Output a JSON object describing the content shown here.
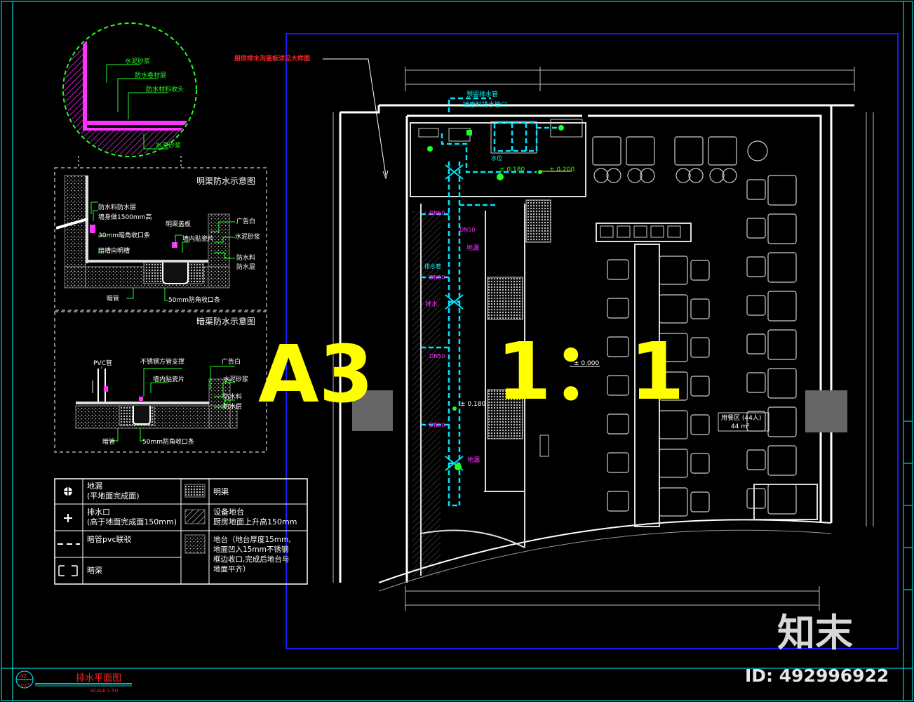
{
  "big_labels": {
    "paper_size": "A3",
    "scale": "1：1"
  },
  "detail_circle": {
    "labels": [
      "水泥砂浆",
      "防水卷材层",
      "防水材料收头",
      "水泥砂浆"
    ]
  },
  "open_channel": {
    "title": "明渠防水示意图",
    "labels": [
      "防水料防水层",
      "墙身做1500mm高",
      "30mm暗角收口条",
      "暗槽向明槽",
      "明渠盖板",
      "墙内贴瓷片",
      "广告白",
      "水泥砂浆",
      "防水料",
      "防水层",
      "暗管",
      "50mm防角收口条"
    ]
  },
  "hidden_channel": {
    "title": "暗渠防水示意图",
    "labels": [
      "PVC管",
      "不锈钢方管支撑",
      "墙内贴瓷片",
      "广告白",
      "水泥砂浆",
      "防水料",
      "防水层",
      "暗管",
      "50mm防角收口条"
    ]
  },
  "legend": {
    "rows": [
      {
        "symbol": "地漏",
        "desc": "地漏\n(平地面完成面)"
      },
      {
        "symbol": "排水口",
        "desc": "排水口\n(高于地面完成面150mm)"
      },
      {
        "symbol": "暗管",
        "desc": "暗管pvc联驳"
      },
      {
        "symbol": "暗渠",
        "desc": "暗渠"
      }
    ],
    "patterns": [
      {
        "pattern": "明渠",
        "desc": "明渠"
      },
      {
        "pattern": "设备地台",
        "desc": "设备地台\n厨房地面上升高150mm"
      },
      {
        "pattern": "地台",
        "desc": "地台（地台厚度15mm,\n地面凹入15mm不锈钢\n框边收口,完成后地台与\n地面平齐）"
      }
    ]
  },
  "plan": {
    "red_note": "厨房排水沟盖板详见大样图",
    "cyan_notes": [
      "预留排水管",
      "接废料排水管口",
      "水位",
      "排水管"
    ],
    "magenta_labels": [
      "DN50",
      "DN50",
      "地漏",
      "DN50",
      "DN50",
      "排水",
      "DN50",
      "地漏"
    ],
    "elevations": [
      "± 0.180",
      "± 0.200",
      "± 0.000",
      "± 0.180"
    ],
    "dining_area": "用餐区 (44人)\n44 m²"
  },
  "title_block": {
    "sheet_no": "42",
    "sheet_sub": "10-05",
    "title": "排水平面图",
    "scale": "SCALE 1:50"
  },
  "watermark": {
    "brand": "知末",
    "id": "ID: 492996922"
  },
  "colors": {
    "cyan": "#00e6ff",
    "green": "#2f2",
    "magenta": "#f3f",
    "yellow": "#ff0",
    "blue": "#1a1aff",
    "red": "#f22"
  }
}
